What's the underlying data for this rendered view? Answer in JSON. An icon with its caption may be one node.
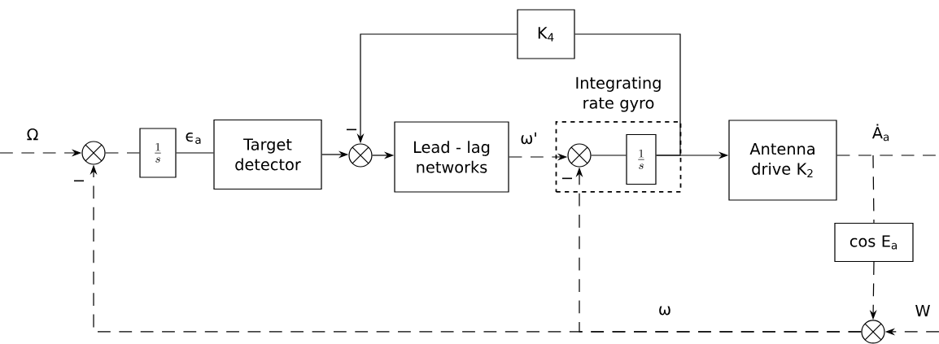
{
  "diagram": {
    "nodes": [
      {
        "text": [],
        "shape": "circle"
      },
      {
        "text": [
          "\\frac{1}{s}"
        ]
      },
      {
        "text": [
          "Target detector"
        ]
      },
      {
        "text": [],
        "shape": "circle"
      },
      {
        "text": [
          "K$_{4}$"
        ]
      },
      {
        "text": [
          "Lead - lag networks"
        ]
      },
      {
        "text": [
          "Integrating rate gyro"
        ]
      },
      {
        "text": [],
        "shape": "circle",
        "in": 6
      },
      {
        "text": [
          "\\frac{1}{s}"
        ],
        "in": 6
      },
      {
        "text": [
          "Antenna drive K$_{2}$"
        ]
      },
      {
        "text": [
          "cos E$_{a}$"
        ]
      },
      {
        "text": [],
        "shape": "circle"
      }
    ],
    "edges": [
      {
        "from": null,
        "to": 0,
        "arrow": "to",
        "label": "Ω",
        "style": "dashed"
      },
      {
        "from": 0,
        "to": 1,
        "arrow": "none",
        "style": "dashed"
      },
      {
        "from": 1,
        "to": 2,
        "arrow": "none",
        "label": "ϵ$_{a}$"
      },
      {
        "from": 2,
        "to": 3,
        "arrow": "to"
      },
      {
        "from": 3,
        "to": 5,
        "arrow": "to"
      },
      {
        "from": 5,
        "to": 7,
        "arrow": "to",
        "label": "ω'",
        "style": "dashed"
      },
      {
        "from": 7,
        "to": 8,
        "arrow": "none"
      },
      {
        "from": 8,
        "to": 9,
        "arrow": "to"
      },
      {
        "from": 8,
        "to": 4,
        "arrow": "none"
      },
      {
        "from": 4,
        "to": 3,
        "arrow": "to"
      },
      {
        "from": 9,
        "to": null,
        "arrow": "none",
        "label": "Ȧ$_{a}$",
        "style": "dashed"
      },
      {
        "from": 9,
        "to": 10,
        "arrow": "none",
        "style": "dashed"
      },
      {
        "from": 10,
        "to": 11,
        "arrow": "to",
        "style": "dashed"
      },
      {
        "from": null,
        "to": 11,
        "arrow": "to",
        "label": "W",
        "style": "dashed"
      },
      {
        "from": 11,
        "to": 0,
        "arrow": "to",
        "style": "dashed"
      },
      {
        "from": 11,
        "to": 7,
        "arrow": "to",
        "label": "ω",
        "style": "dashed"
      }
    ],
    "labels": [
      "−",
      "−",
      "−"
    ]
  }
}
